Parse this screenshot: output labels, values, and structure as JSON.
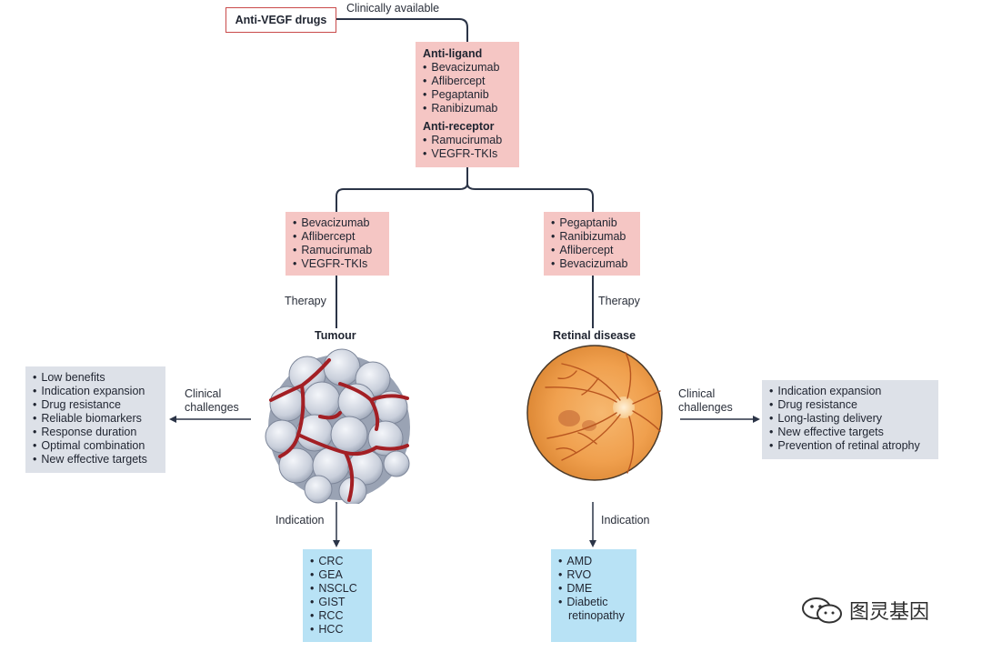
{
  "root": {
    "label": "Anti-VEGF drugs",
    "edge_label": "Clinically available"
  },
  "drug_classes": {
    "anti_ligand_title": "Anti-ligand",
    "anti_ligand_items": [
      "Bevacizumab",
      "Aflibercept",
      "Pegaptanib",
      "Ranibizumab"
    ],
    "anti_receptor_title": "Anti-receptor",
    "anti_receptor_items": [
      "Ramucirumab",
      "VEGFR-TKIs"
    ]
  },
  "tumour": {
    "drugs": [
      "Bevacizumab",
      "Aflibercept",
      "Ramucirumab",
      "VEGFR-TKIs"
    ],
    "therapy_label": "Therapy",
    "title": "Tumour",
    "challenges_label_line1": "Clinical",
    "challenges_label_line2": "challenges",
    "challenges": [
      "Low benefits",
      "Indication expansion",
      "Drug resistance",
      "Reliable biomarkers",
      "Response duration",
      "Optimal combination",
      "New effective targets"
    ],
    "indication_label": "Indication",
    "indications": [
      "CRC",
      "GEA",
      "NSCLC",
      "GIST",
      "RCC",
      "HCC"
    ]
  },
  "retinal": {
    "drugs": [
      "Pegaptanib",
      "Ranibizumab",
      "Aflibercept",
      "Bevacizumab"
    ],
    "therapy_label": "Therapy",
    "title": "Retinal disease",
    "challenges_label_line1": "Clinical",
    "challenges_label_line2": "challenges",
    "challenges": [
      "Indication expansion",
      "Drug resistance",
      "Long-lasting delivery",
      "New effective targets",
      "Prevention of retinal atrophy"
    ],
    "indication_label": "Indication",
    "indications": [
      "AMD",
      "RVO",
      "DME",
      "Diabetic",
      "retinopathy"
    ]
  },
  "watermark": {
    "text": "图灵基因",
    "icon": "wechat-icon"
  },
  "colors": {
    "line": "#2b3447",
    "root_border": "#c94a4a",
    "drug_box": "#f5c6c4",
    "challenge_box": "#dde1e8",
    "indication_box": "#b8e2f5"
  }
}
